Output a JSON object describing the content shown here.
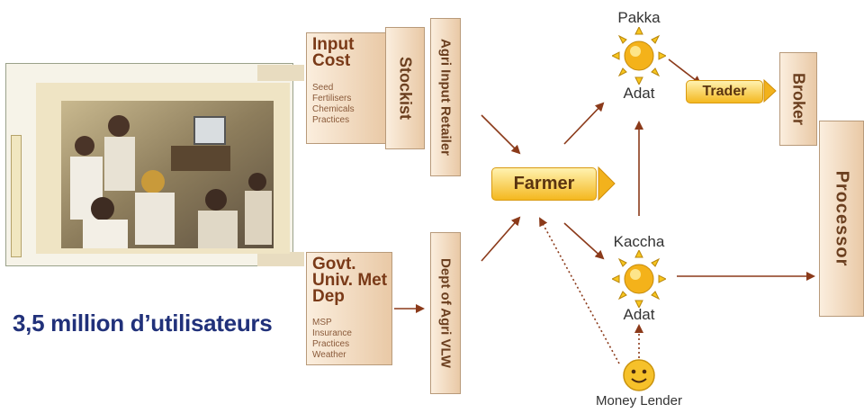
{
  "input_cost": {
    "title": "Input Cost",
    "items": [
      "Seed",
      "Fertilisers",
      "Chemicals",
      "Practices"
    ]
  },
  "govt": {
    "title": "Govt. Univ. Met Dep",
    "items": [
      "MSP",
      "Insurance",
      "Practices",
      "Weather"
    ]
  },
  "stockist": "Stockist",
  "agri_input_retailer": "Agri Input Retailer",
  "dept_agri_vlw": "Dept of Agri VLW",
  "farmer": "Farmer",
  "pakka": "Pakka",
  "pakka_adat": "Adat",
  "kaccha": "Kaccha",
  "kaccha_adat": "Adat",
  "trader": "Trader",
  "broker": "Broker",
  "processor": "Processor",
  "money_lender": "Money Lender",
  "caption": "3,5 million d’utilisateurs",
  "colors": {
    "caption": "#21317a",
    "box_text": "#7a3a18",
    "arrow": "#8b3a1a",
    "pill": "#f4b820"
  },
  "icons": [
    "photo-farmers-computer",
    "sun-icon",
    "smiley-icon",
    "arrow-icon"
  ]
}
